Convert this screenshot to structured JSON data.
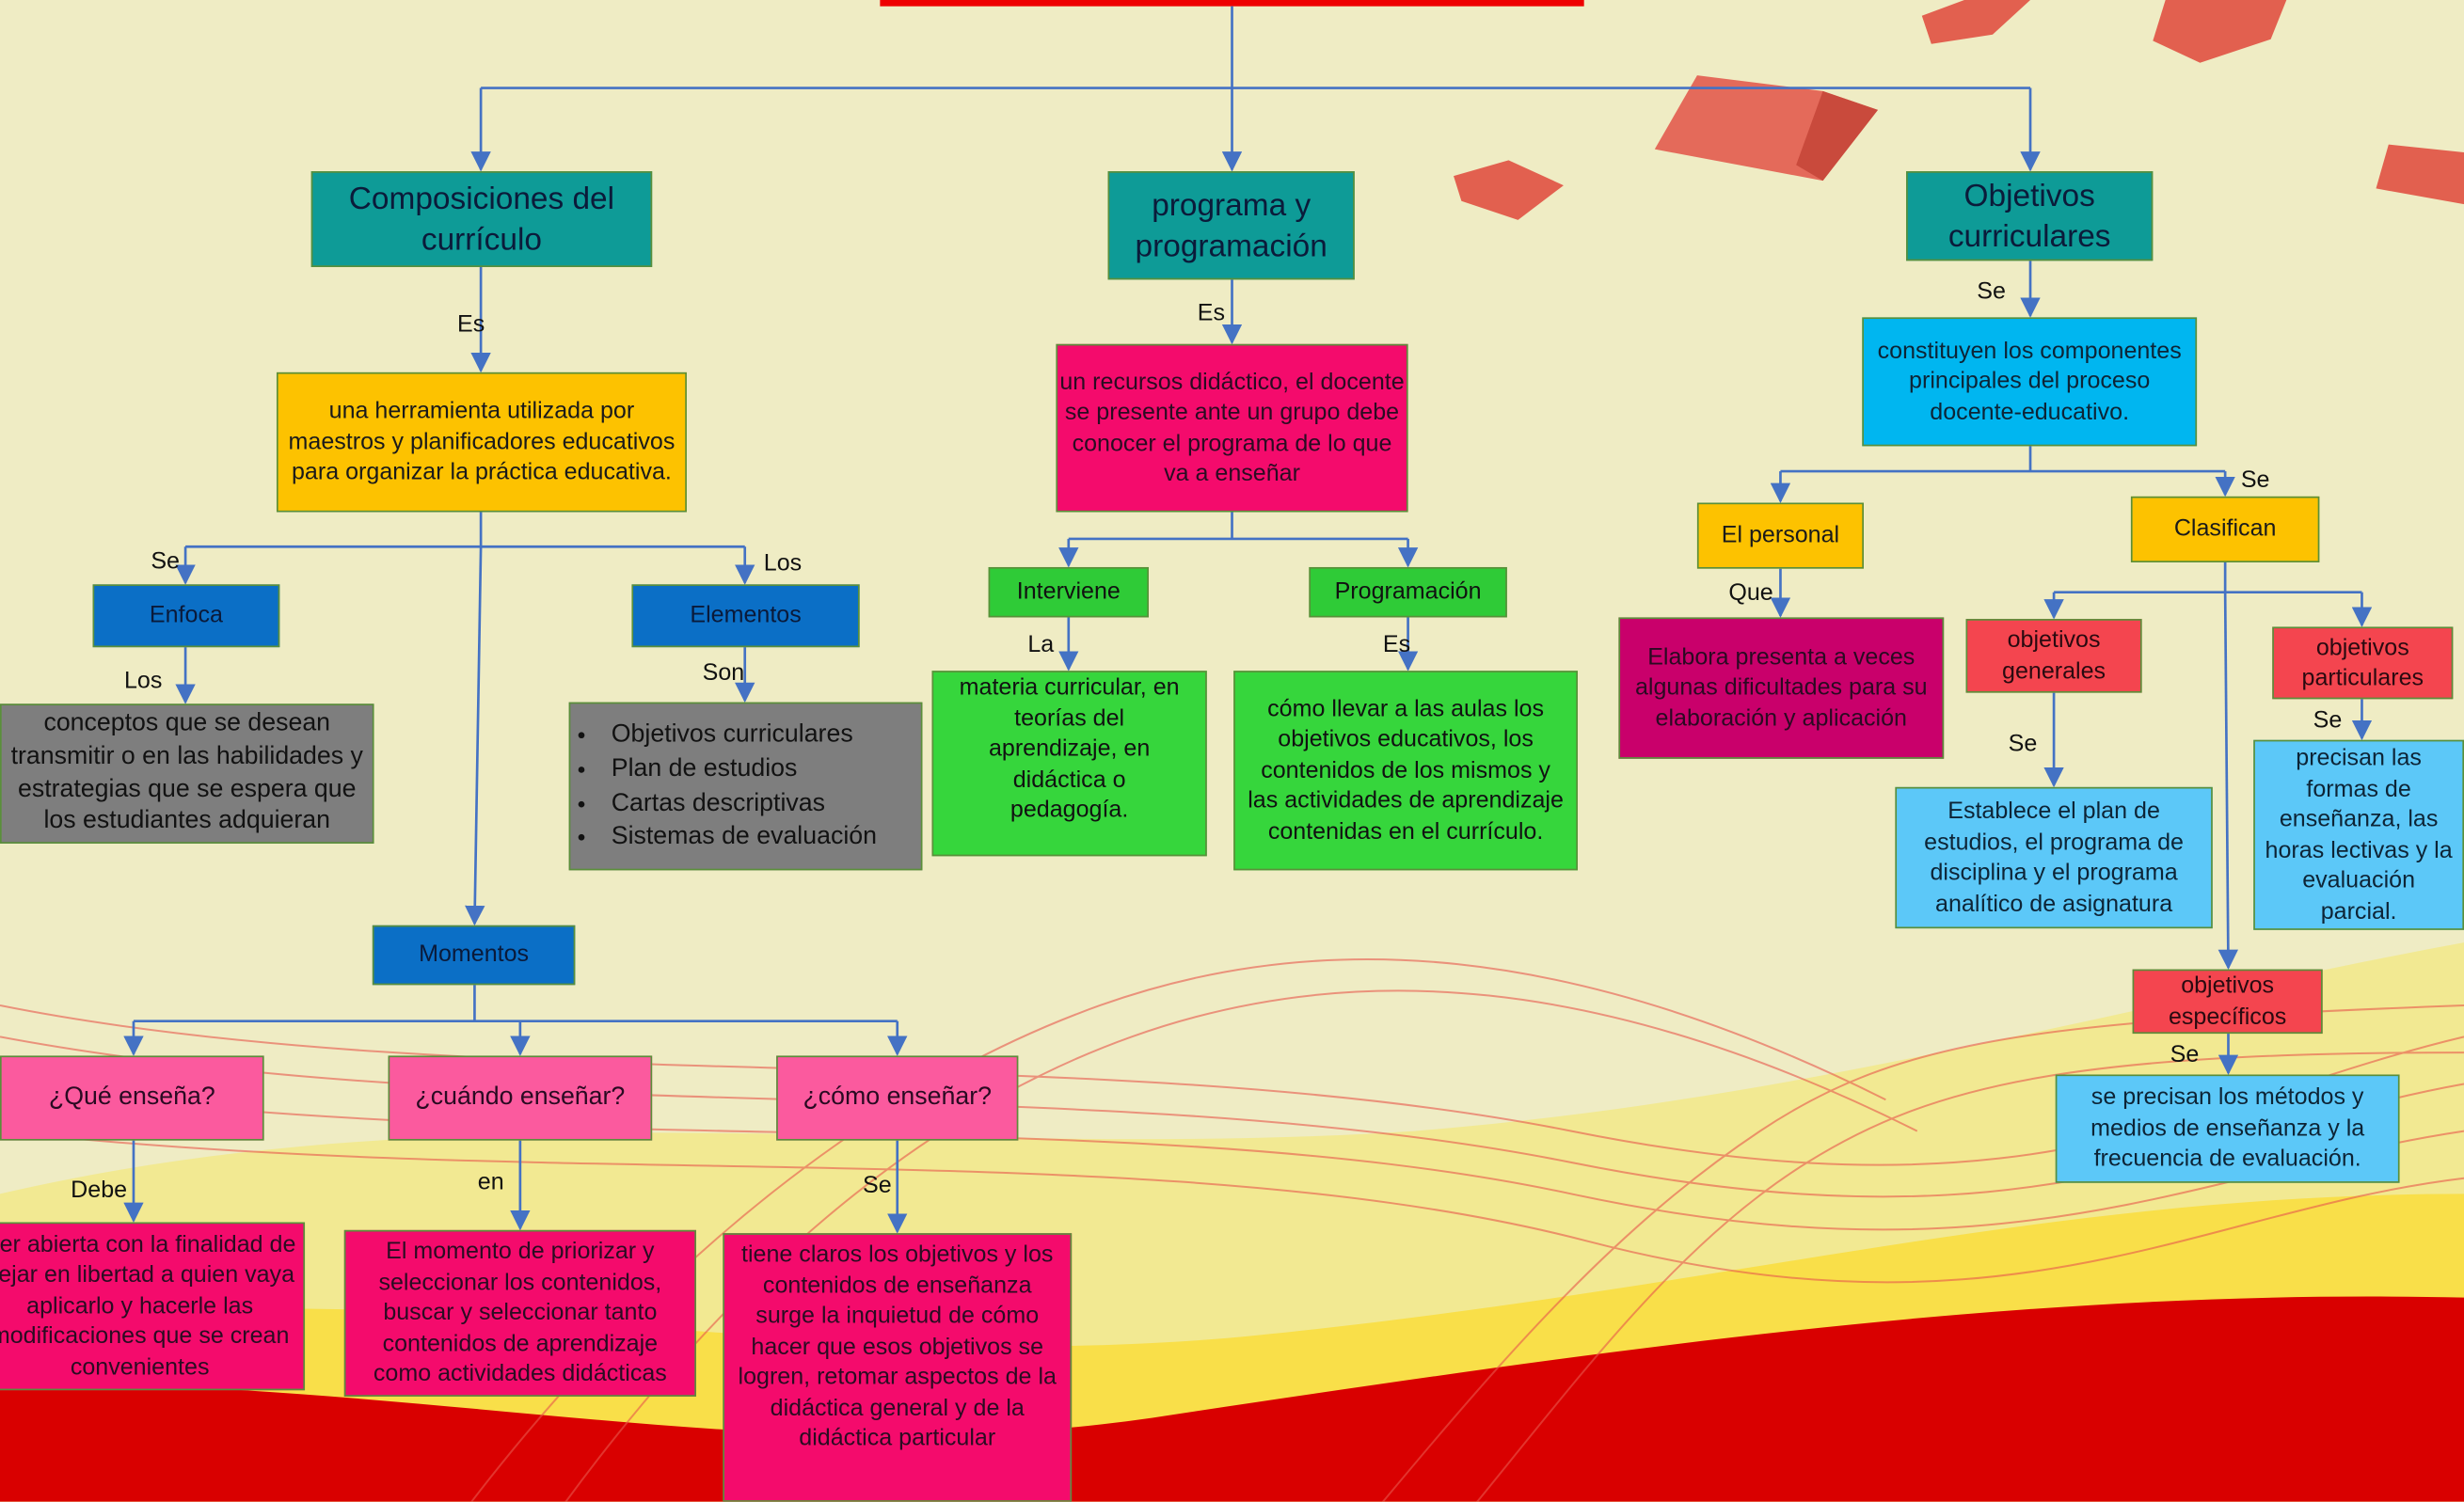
{
  "nodes": {
    "composiciones": "Composiciones del currículo",
    "programa": "programa y programación",
    "objetivos": "Objetivos curriculares",
    "herramienta": "una herramienta utilizada por maestros y planificadores educativos para organizar la práctica educativa.",
    "recursos": "un recursos didáctico,  el docente se presente ante un grupo debe conocer el programa de lo que va a enseñar",
    "constituyen": "constituyen los componentes principales del proceso docente-educativo.",
    "enfoca": "Enfoca",
    "elementos": "Elementos",
    "conceptos": "conceptos que se desean transmitir o en las habilidades y estrategias que se espera que los estudiantes adquieran",
    "elementos_list": [
      "Objetivos curriculares",
      "Plan de estudios",
      "Cartas descriptivas",
      "Sistemas de evaluación"
    ],
    "interviene": "Interviene",
    "programacion": "Programación",
    "materia": "materia curricular, en teorías del aprendizaje, en didáctica o pedagogía.",
    "como_llevar": "cómo llevar a las aulas los objetivos educativos, los contenidos de los mismos y las actividades de aprendizaje contenidas en el currículo.",
    "el_personal": "El personal",
    "clasifican": "Clasifican",
    "elabora": "Elabora presenta a veces algunas dificultades para su elaboración y aplicación",
    "obj_generales": "objetivos generales",
    "obj_particulares": "objetivos particulares",
    "establece": "Establece  el plan de estudios, el programa de disciplina y el programa analítico de asignatura",
    "precisan_formas": "precisan las formas de enseñanza, las horas lectivas y la evaluación parcial.",
    "obj_especificos": "objetivos específicos",
    "precisan_metodos": "se precisan los métodos y medios de enseñanza y la frecuencia de evaluación.",
    "momentos": "Momentos",
    "que_ensena": "¿Qué enseña?",
    "cuando_ensenar": "¿cuándo enseñar?",
    "como_ensenar": "¿cómo enseñar?",
    "abierta": "Ser abierta con la finalidad de dejar en libertad a quien vaya aplicarlo y hacerle las modificaciones que se crean convenientes",
    "momento_priorizar": "El momento de priorizar y seleccionar los contenidos, buscar y seleccionar tanto contenidos de aprendizaje como actividades didácticas",
    "tiene_claros": "tiene claros los objetivos y los contenidos de enseñanza surge la inquietud de cómo hacer que esos objetivos se logren, retomar aspectos de la didáctica general y de la didáctica particular"
  },
  "labels": {
    "es1": "Es",
    "es2": "Es",
    "se_obj": "Se",
    "se_enfoca": "Se",
    "los_elem": "Los",
    "los_conc": "Los",
    "son": "Son",
    "la": "La",
    "es_prog": "Es",
    "que": "Que",
    "se_clas": "Se",
    "se_gen": "Se",
    "se_part": "Se",
    "se_esp": "Se",
    "debe": "Debe",
    "en": "en",
    "se_como": "Se"
  },
  "colors": {
    "connector": "#4472c4",
    "teal": "#0e9b97",
    "magenta": "#f40b6c",
    "yellow": "#fdc200",
    "green": "#2fcb37",
    "background": "#efecc4",
    "banner_red": "#d90000"
  }
}
